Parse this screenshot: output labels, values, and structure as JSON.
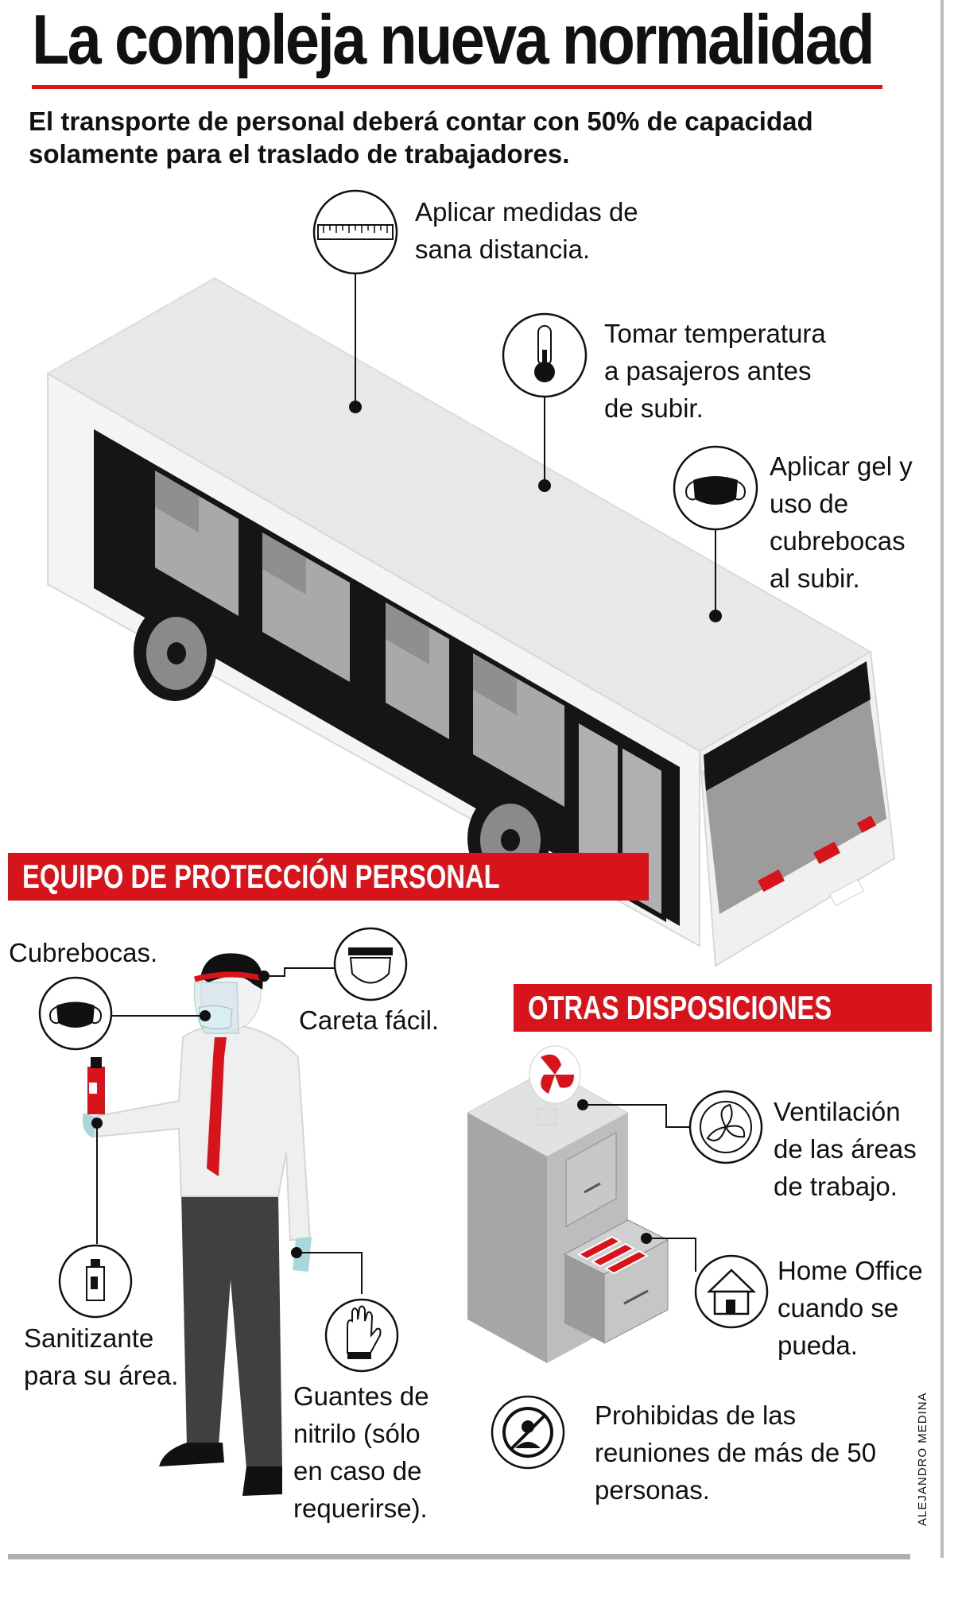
{
  "header": {
    "title": "La compleja nueva normalidad",
    "subtitle": "El transporte de personal deberá contar con 50% de capacidad solamente para el traslado de trabajadores."
  },
  "bus_callouts": [
    {
      "icon": "ruler-icon",
      "text": "Aplicar medidas de sana distancia."
    },
    {
      "icon": "thermometer-icon",
      "text": "Tomar temperatura a pasajeros antes de subir."
    },
    {
      "icon": "face-mask-icon",
      "text": "Aplicar gel y uso de cubrebocas al subir."
    }
  ],
  "ppe": {
    "heading": "EQUIPO DE PROTECCIÓN PERSONAL",
    "items": [
      {
        "icon": "face-mask-icon",
        "text": "Cubrebocas."
      },
      {
        "icon": "face-shield-icon",
        "text": "Careta fácil."
      },
      {
        "icon": "sanitizer-bottle-icon",
        "text": "Sanitizante para su área."
      },
      {
        "icon": "glove-icon",
        "text": "Guantes de nitrilo (sólo en caso de requerirse)."
      }
    ]
  },
  "other": {
    "heading": "OTRAS DISPOSICIONES",
    "items": [
      {
        "icon": "fan-icon",
        "text": "Ventilación de las áreas de trabajo."
      },
      {
        "icon": "house-icon",
        "text": "Home Office cuando se pueda."
      },
      {
        "icon": "no-gathering-icon",
        "text": "Prohibidas de las reuniones de más de 50 personas."
      }
    ]
  },
  "credit": "ALEJANDRO MEDINA",
  "colors": {
    "accent": "#d7141c",
    "dark": "#111111",
    "gray": "#9e9e9e",
    "light_gray": "#e6e6e6"
  }
}
